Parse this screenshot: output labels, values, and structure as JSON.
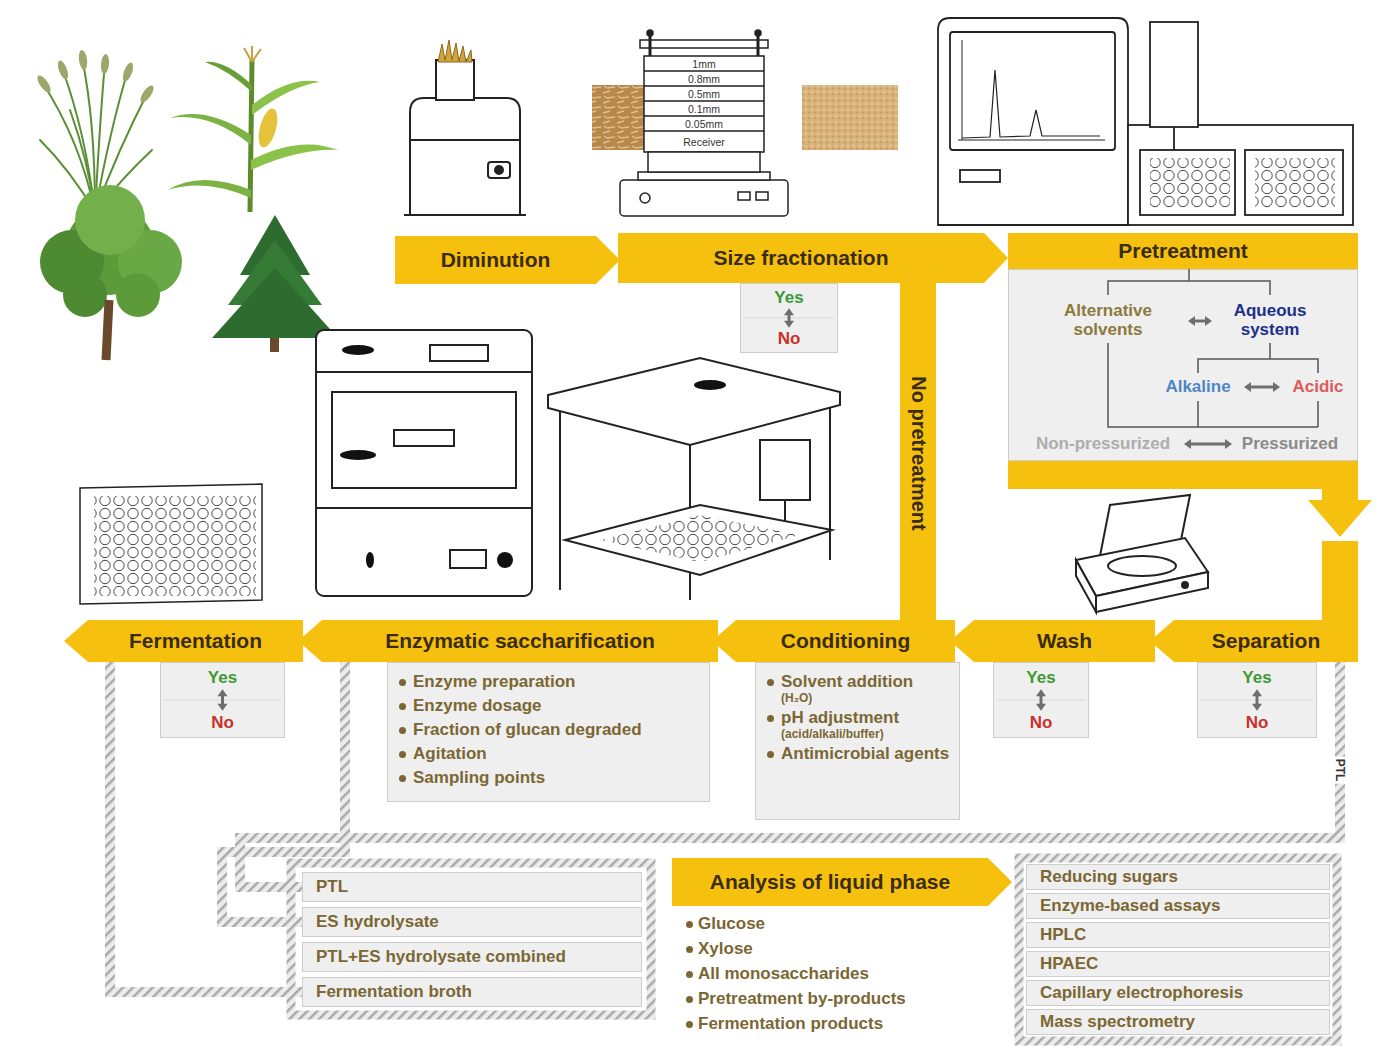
{
  "diagram": {
    "nodes": [
      {
        "text": [
          "Diminution"
        ]
      },
      {
        "text": [
          "Size fractionation"
        ]
      },
      {
        "text": [
          "Yes",
          "No"
        ]
      },
      {
        "text": [
          "No pretreatment"
        ]
      },
      {
        "text": [
          "Pretreatment"
        ]
      },
      {
        "text": [
          "Alternative solvents",
          "Aqueous system",
          "Alkaline",
          "Acidic",
          "Non-pressurized",
          "Pressurized"
        ]
      },
      {
        "text": [
          "Separation"
        ]
      },
      {
        "text": [
          "Yes",
          "No"
        ]
      },
      {
        "text": [
          "Wash"
        ]
      },
      {
        "text": [
          "Yes",
          "No"
        ]
      },
      {
        "text": [
          "Conditioning"
        ]
      },
      {
        "text": [
          "Solvent addition",
          "(H₂O)",
          "pH adjustment",
          "(acid/alkali/buffer)",
          "Antimicrobial agents"
        ]
      },
      {
        "text": [
          "Enzymatic saccharification"
        ]
      },
      {
        "text": [
          "Enzyme preparation",
          "Enzyme dosage",
          "Fraction of glucan degraded",
          "Agitation",
          "Sampling points"
        ]
      },
      {
        "text": [
          "Fermentation"
        ]
      },
      {
        "text": [
          "Yes",
          "No"
        ]
      },
      {
        "text": [
          "PTL"
        ]
      },
      {
        "text": [
          "ES hydrolysate"
        ]
      },
      {
        "text": [
          "PTL+ES hydrolysate combined"
        ]
      },
      {
        "text": [
          "Fermentation broth"
        ]
      },
      {
        "text": [
          "Analysis of liquid phase"
        ]
      },
      {
        "text": [
          "Reducing sugars"
        ]
      },
      {
        "text": [
          "Enzyme-based assays"
        ]
      },
      {
        "text": [
          "HPLC"
        ]
      },
      {
        "text": [
          "HPAEC"
        ]
      },
      {
        "text": [
          "Capillary electrophoresis"
        ]
      },
      {
        "text": [
          "Mass spectrometry"
        ]
      }
    ],
    "edges": [
      {
        "from": 6,
        "to": 16,
        "label": "PTL",
        "arrow": "none"
      },
      {
        "from": 12,
        "to": 17,
        "arrow": "none"
      },
      {
        "from": 14,
        "to": 19,
        "arrow": "none"
      }
    ],
    "labels": [
      "1mm",
      "0.8mm",
      "0.5mm",
      "0.1mm",
      "0.05mm",
      "Receiver",
      "Glucose",
      "Xylose",
      "All monosaccharides",
      "Pretreatment by-products",
      "Fermentation products"
    ]
  }
}
